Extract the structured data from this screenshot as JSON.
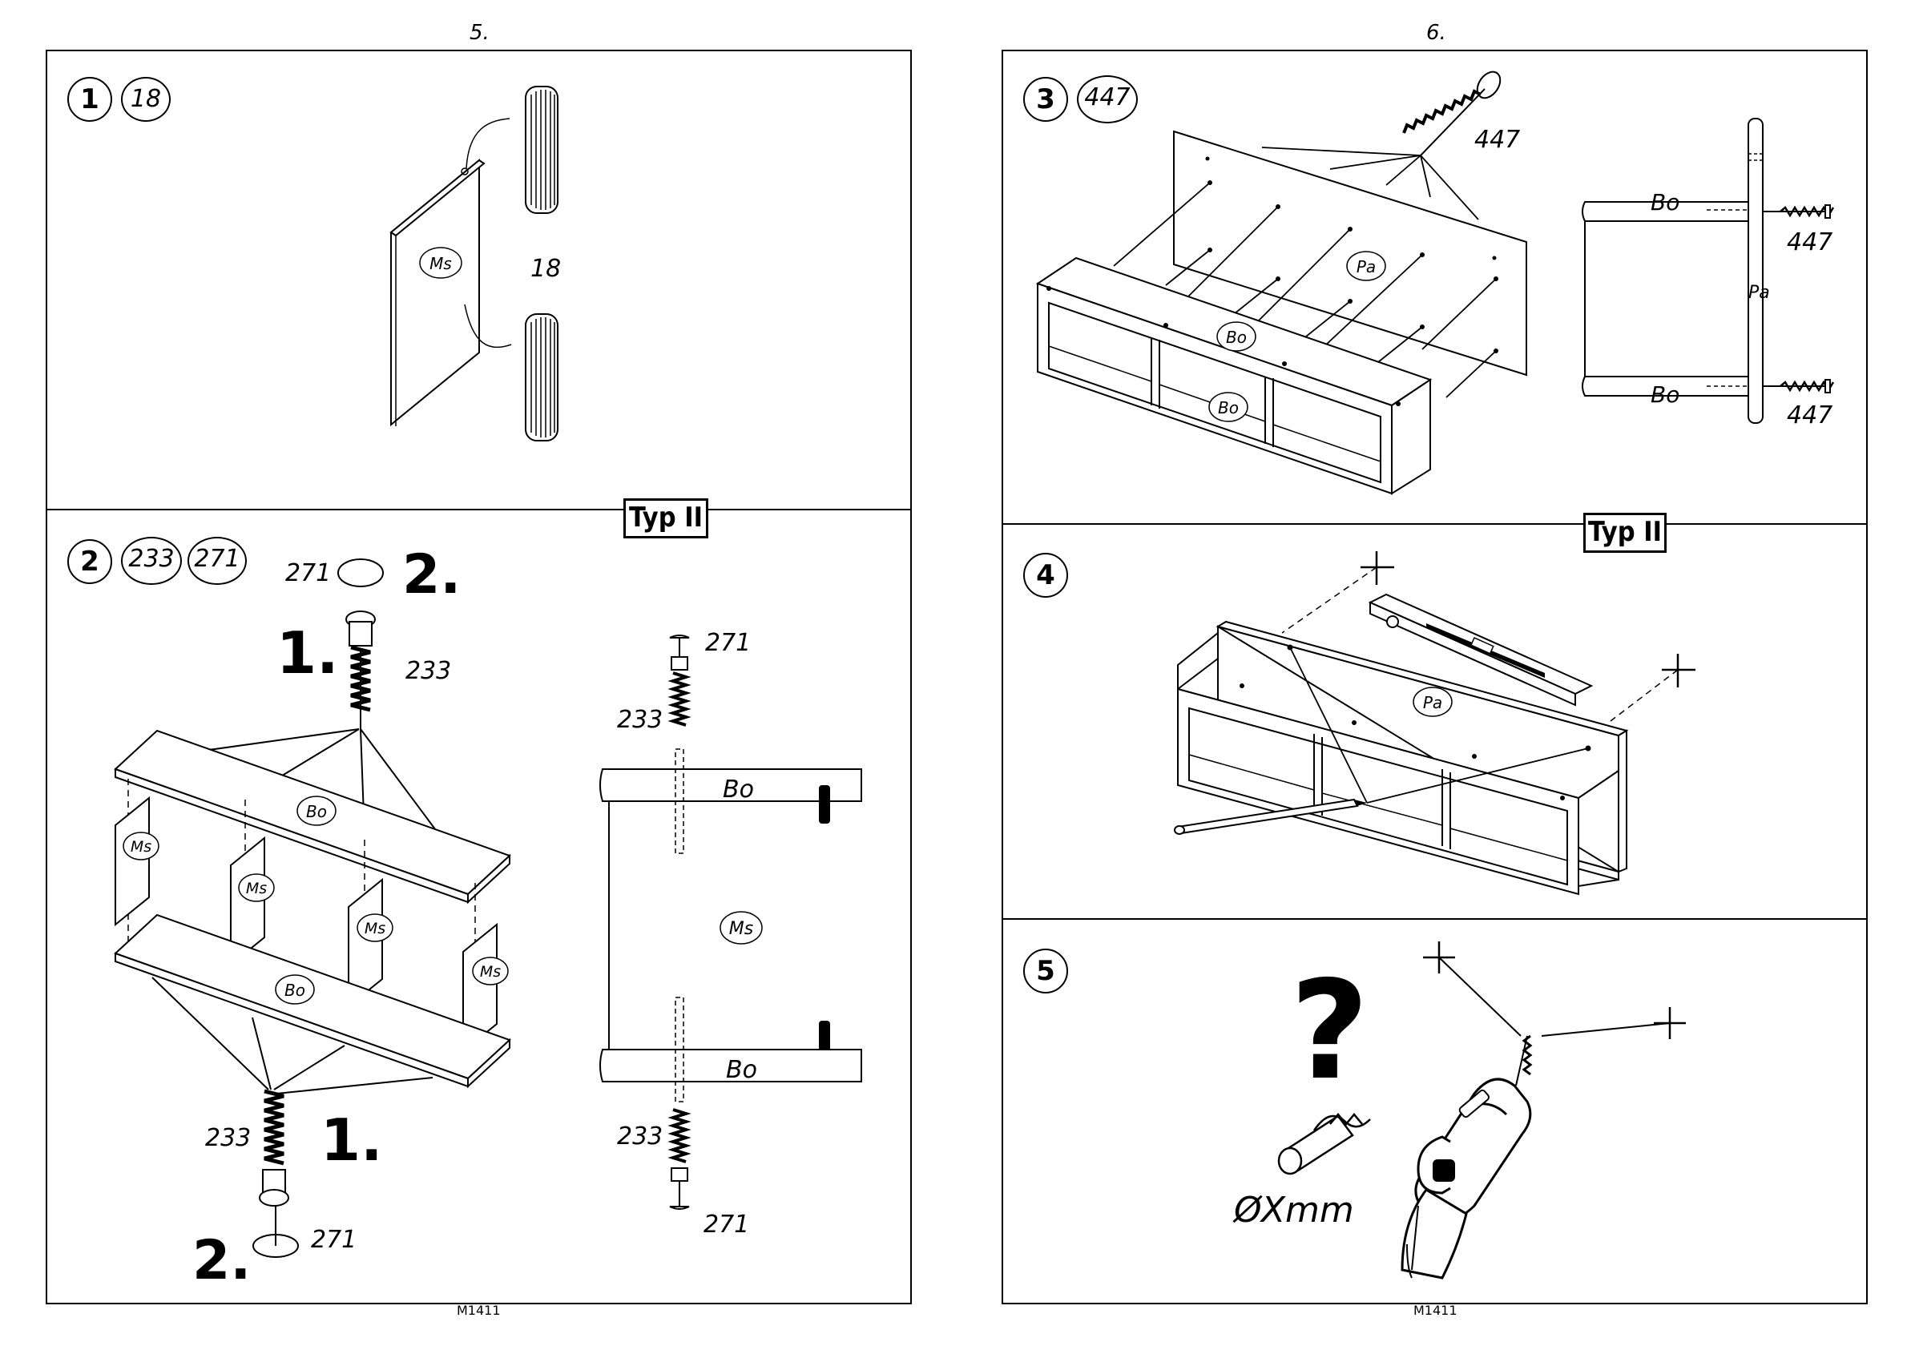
{
  "pages": {
    "left_number": "5.",
    "right_number": "6.",
    "left_footer": "M1411",
    "right_footer": "M1411"
  },
  "steps": {
    "step1": {
      "number": "1",
      "part": "18",
      "dowel_label": "18",
      "panel_label": "Ms"
    },
    "step2": {
      "number": "2",
      "parts": [
        "233",
        "271"
      ],
      "badge": "Typ II",
      "cap_label": "271",
      "screw_label": "233",
      "order_first": "1.",
      "order_second": "2.",
      "board_label": "Bo",
      "side_label": "Ms",
      "detail_board_top": "Bo",
      "detail_board_bottom": "Bo",
      "detail_side": "Ms"
    },
    "step3": {
      "number": "3",
      "part": "447",
      "screw_label": "447",
      "back_label": "Pa",
      "board_label": "Bo"
    },
    "step4": {
      "number": "4",
      "badge": "Typ II",
      "back_label": "Pa"
    },
    "step5": {
      "number": "5",
      "question": "?",
      "plug_label": "ØXmm"
    }
  }
}
